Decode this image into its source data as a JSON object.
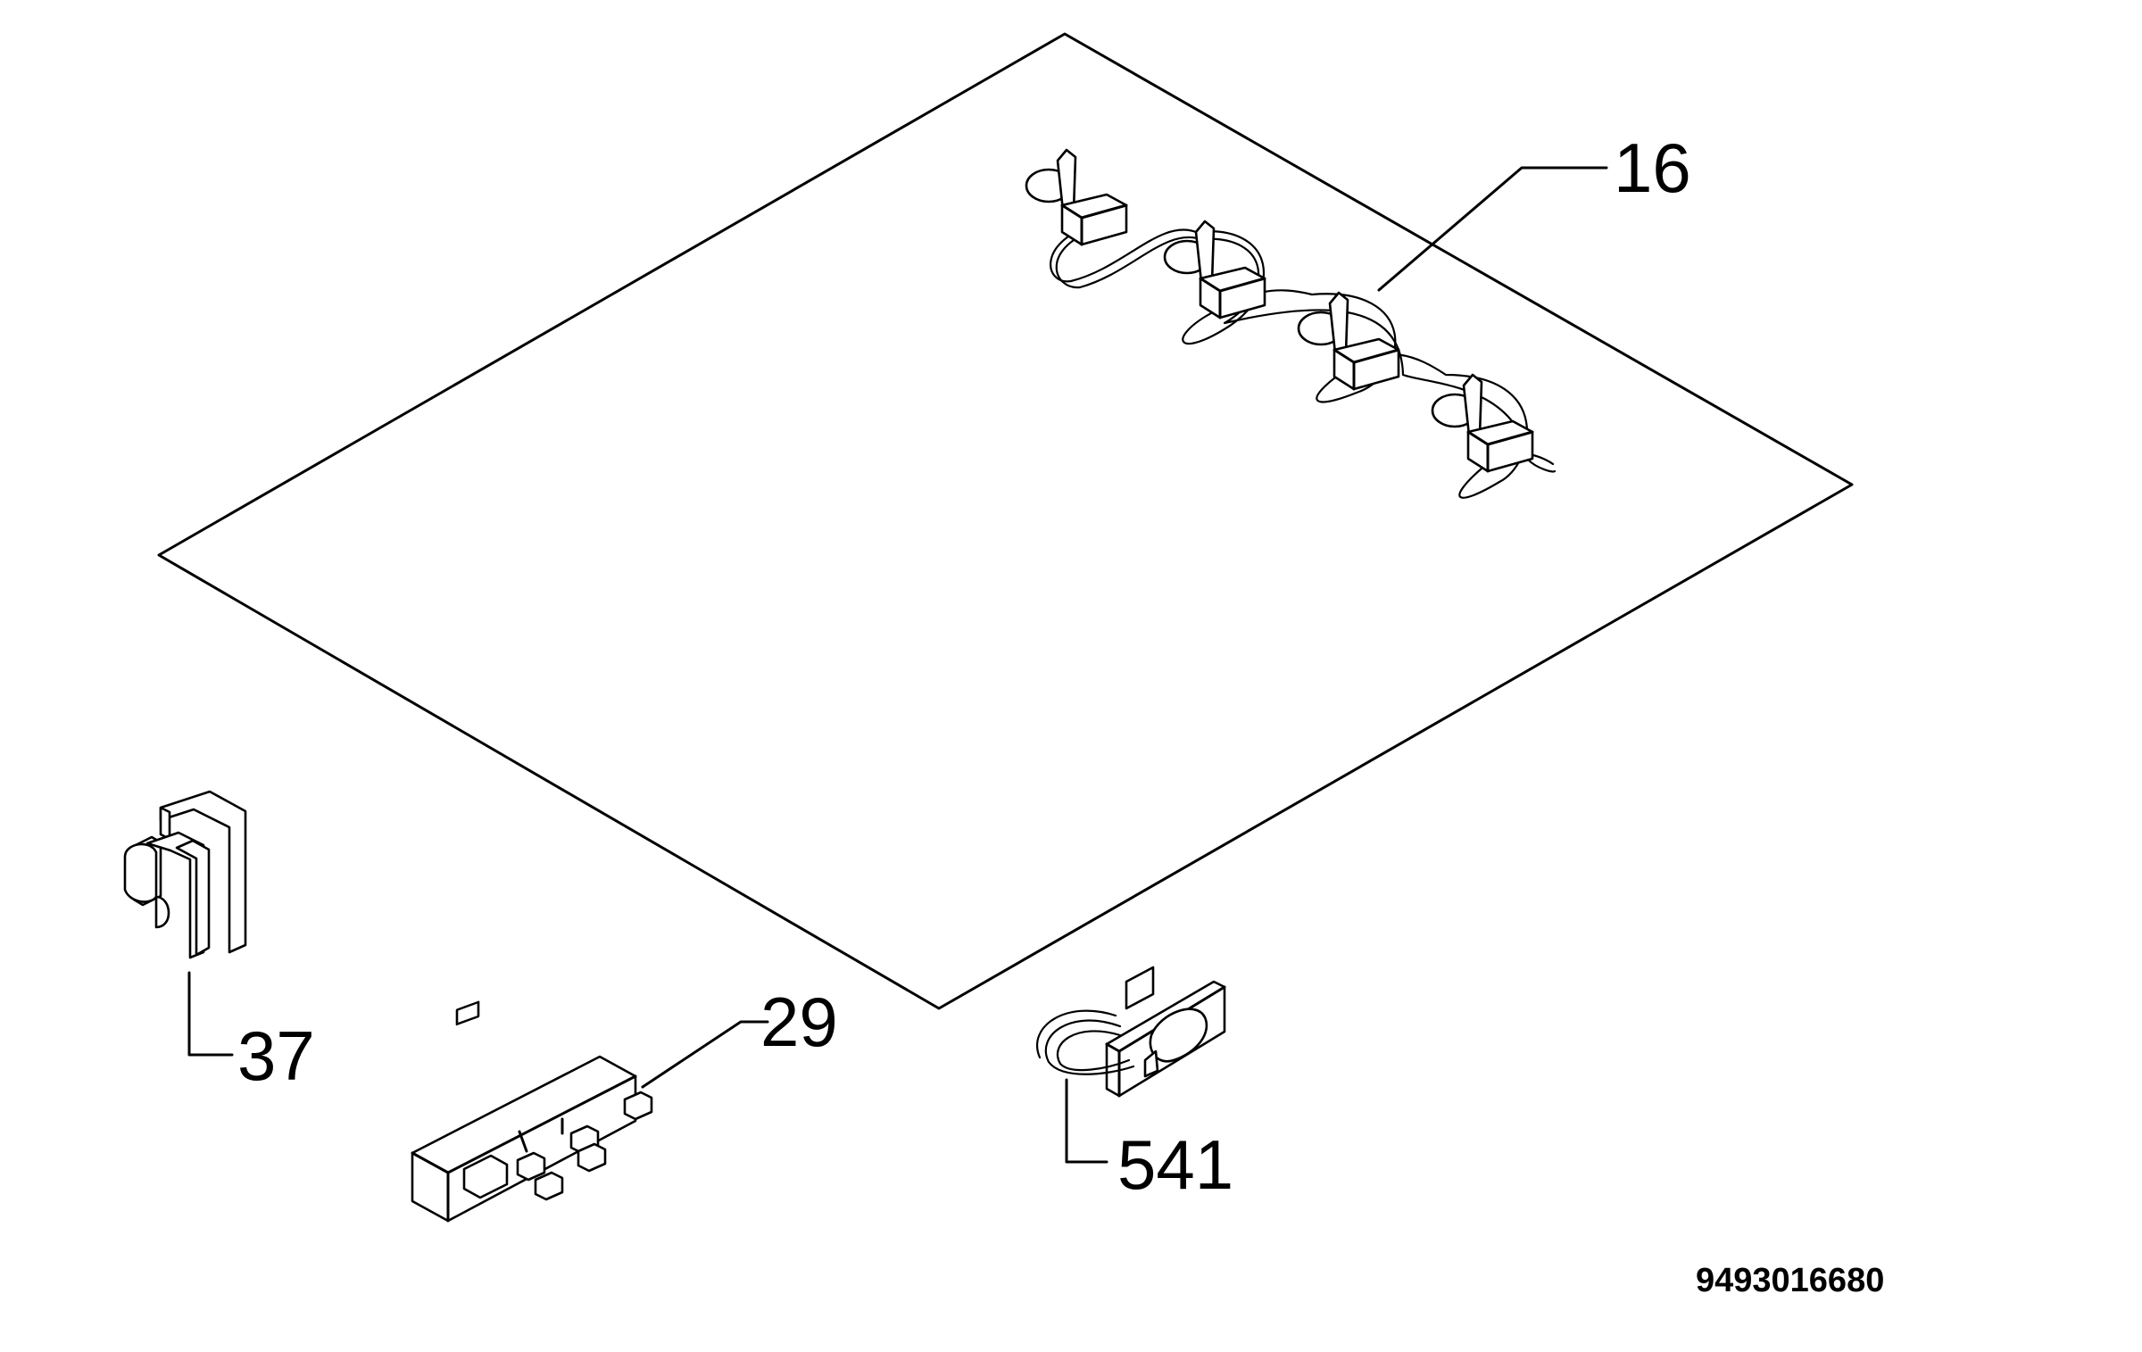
{
  "diagram": {
    "callouts": [
      {
        "id": "burner-thermocouples",
        "label": "16"
      },
      {
        "id": "ignition-switch",
        "label": "37"
      },
      {
        "id": "spark-generator",
        "label": "29"
      },
      {
        "id": "sensor-clip",
        "label": "541"
      }
    ],
    "document_number": "9493016680"
  },
  "colors": {
    "stroke": "#000000",
    "background": "#ffffff"
  }
}
